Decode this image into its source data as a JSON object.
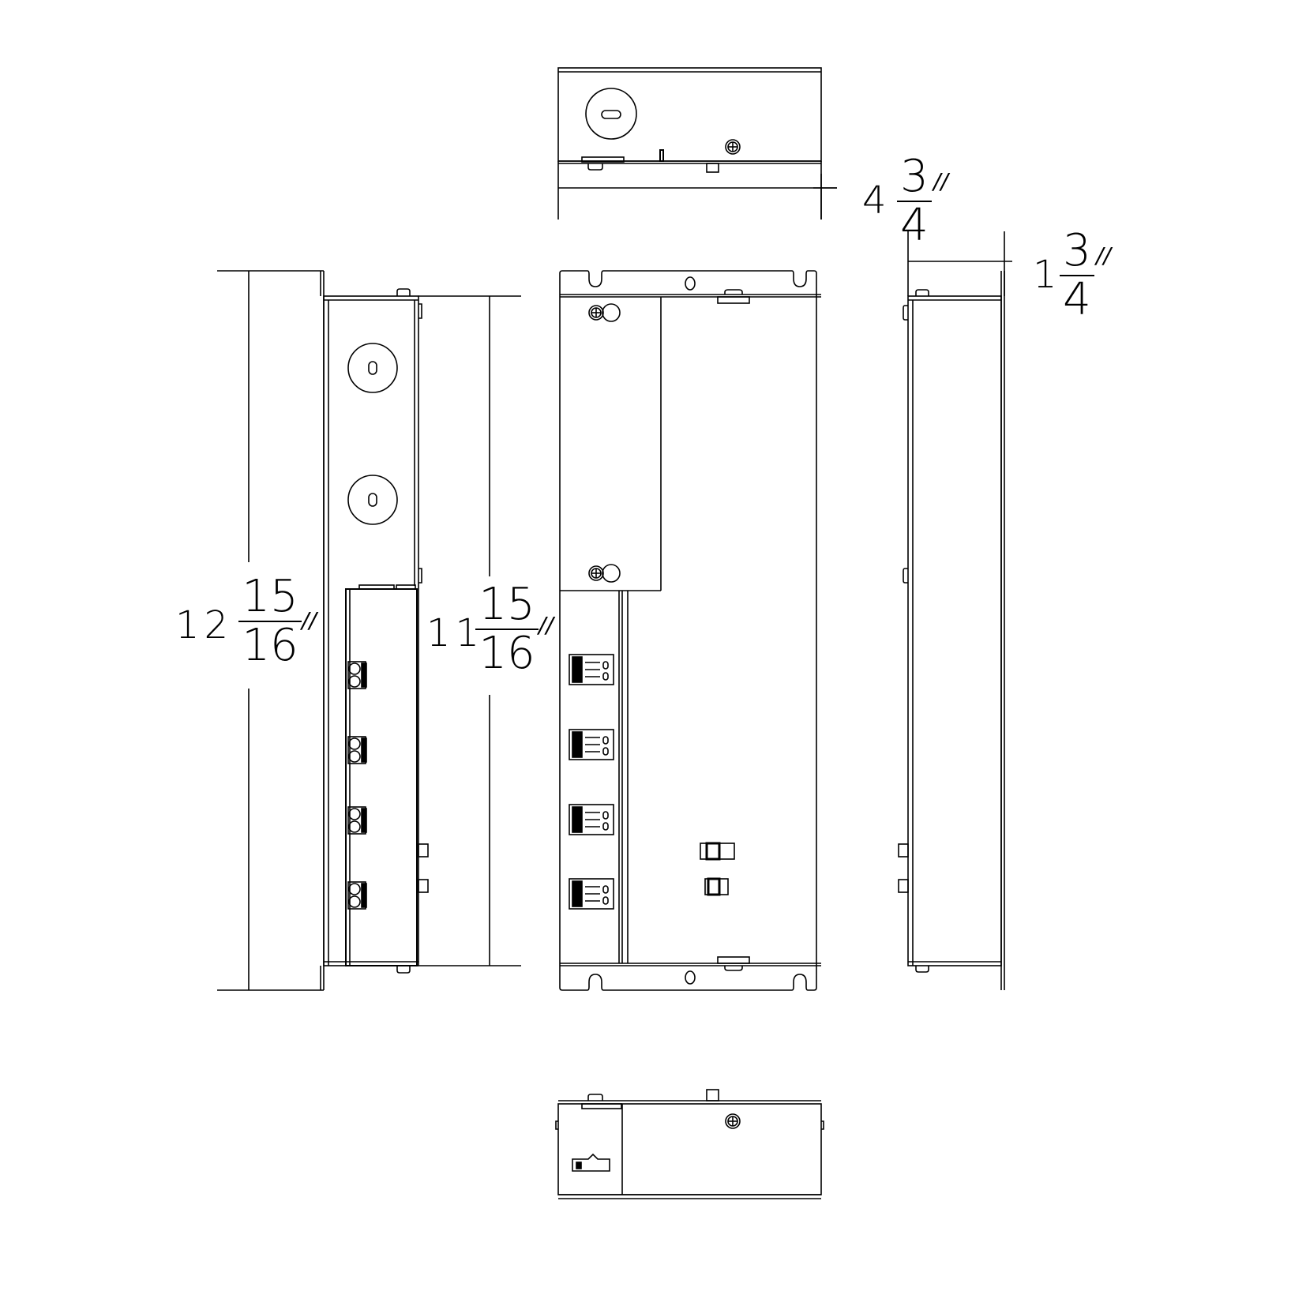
{
  "drawing": {
    "type": "orthographic dimensional drawing",
    "subject": "enclosure / power supply box",
    "line_color": "#000000",
    "background": "#ffffff",
    "views": [
      {
        "name": "top-view",
        "position": "top-center"
      },
      {
        "name": "left-side-view",
        "position": "middle-left"
      },
      {
        "name": "front-view",
        "position": "middle-center"
      },
      {
        "name": "right-side-view",
        "position": "middle-right"
      },
      {
        "name": "bottom-view",
        "position": "bottom-center"
      }
    ],
    "front_view": {
      "terminal_blocks": 4,
      "switches": 2,
      "cover_screws": 2,
      "mounting_tabs": 4
    },
    "left_side_view": {
      "knockouts": 2,
      "terminal_blocks": 4
    }
  },
  "dimensions": {
    "depth": {
      "whole": "4",
      "numerator": "3",
      "denominator": "4",
      "unit": "//"
    },
    "thickness": {
      "whole": "1",
      "numerator": "3",
      "denominator": "4",
      "unit": "//"
    },
    "overall_height": {
      "whole": "12",
      "numerator": "15",
      "denominator": "16",
      "unit": "//"
    },
    "body_height": {
      "whole": "11",
      "numerator": "15",
      "denominator": "16",
      "unit": "//"
    }
  }
}
